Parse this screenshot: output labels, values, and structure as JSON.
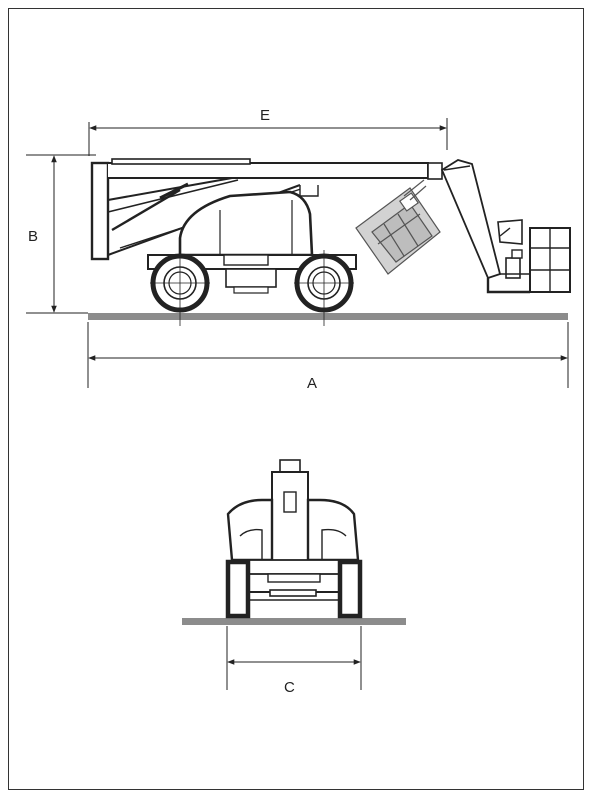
{
  "dimensions": {
    "overall_length": "A",
    "stowed_height": "B",
    "track_width": "C",
    "wheelbase_span": "E"
  },
  "colors": {
    "ground": "#8c8c8c",
    "line": "#222222",
    "platform_fill": "#bdbdbd"
  }
}
